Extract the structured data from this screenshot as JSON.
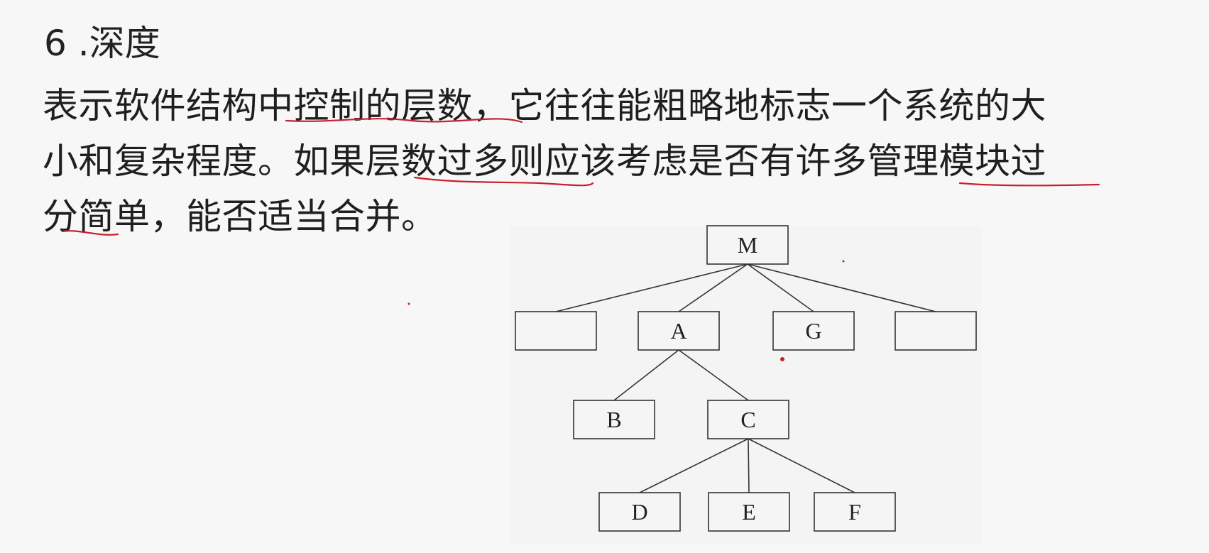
{
  "slide": {
    "title": "6 .深度",
    "paragraph_lines": [
      "表示软件结构中控制的层数，它往往能粗略地标志一个系统的大",
      "小和复杂程度。如果层数过多则应该考虑是否有许多管理模块过",
      "分简单，能否适当合并。"
    ]
  },
  "diagram": {
    "nodes": [
      {
        "id": "M",
        "label": "M"
      },
      {
        "id": "L1a",
        "label": ""
      },
      {
        "id": "A",
        "label": "A"
      },
      {
        "id": "G",
        "label": "G"
      },
      {
        "id": "L1d",
        "label": ""
      },
      {
        "id": "B",
        "label": "B"
      },
      {
        "id": "C",
        "label": "C"
      },
      {
        "id": "D",
        "label": "D"
      },
      {
        "id": "E",
        "label": "E"
      },
      {
        "id": "F",
        "label": "F"
      }
    ],
    "edges": [
      [
        "M",
        "L1a"
      ],
      [
        "M",
        "A"
      ],
      [
        "M",
        "G"
      ],
      [
        "M",
        "L1d"
      ],
      [
        "A",
        "B"
      ],
      [
        "A",
        "C"
      ],
      [
        "C",
        "D"
      ],
      [
        "C",
        "E"
      ],
      [
        "C",
        "F"
      ]
    ]
  },
  "colors": {
    "annotation": "#c8202a",
    "text": "#1f1f1f",
    "background": "#f7f7f7"
  }
}
